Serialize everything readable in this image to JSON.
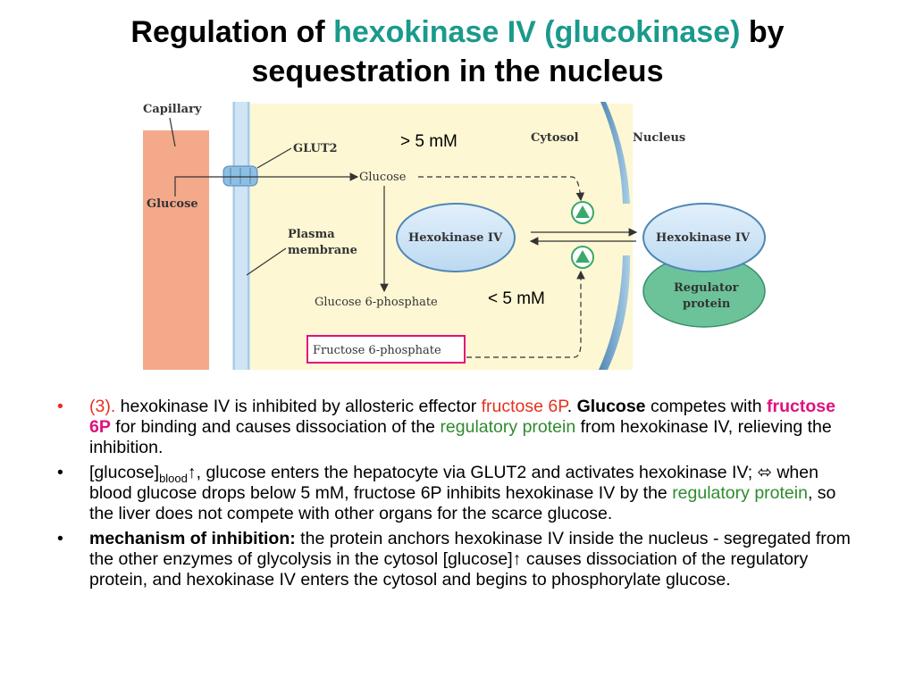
{
  "title": {
    "part1": "Regulation of ",
    "highlight": "hexokinase IV (glucokinase)",
    "part2": " by",
    "line2": "sequestration in the nucleus"
  },
  "diagram": {
    "labels": {
      "capillary": "Capillary",
      "glut2": "GLUT2",
      "glucose_cap": "Glucose",
      "glucose": "Glucose",
      "cytosol": "Cytosol",
      "nucleus": "Nucleus",
      "plasma_membrane_1": "Plasma",
      "plasma_membrane_2": "membrane",
      "hexokinase_cyto": "Hexokinase IV",
      "hexokinase_nuc": "Hexokinase IV",
      "regulator_1": "Regulator",
      "regulator_2": "protein",
      "g6p": "Glucose 6-phosphate",
      "f6p": "Fructose 6-phosphate"
    },
    "annotations": {
      "high": "> 5 mM",
      "low": "< 5 mM"
    },
    "colors": {
      "capillary": "#f4a98a",
      "membrane": "#c9e2f2",
      "cytosol": "#fdf7d3",
      "nucleus_envelope": "#7faed0",
      "hexokinase": "#cfe4f6",
      "regulator": "#6cc39a",
      "f6p_box": "#e0117f",
      "activator": "#3aa86a"
    }
  },
  "bullets": [
    {
      "marker": "•",
      "num": "(3).",
      "t1": " hexokinase IV is inhibited by allosteric effector ",
      "f6p1": "fructose 6P",
      "t2": ". ",
      "glucose": "Glucose",
      "t3": " competes with ",
      "f6p2": "fructose 6P",
      "t4": " for binding and causes dissociation of the ",
      "reg": "regulatory protein",
      "t5": " from hexokinase IV, relieving the inhibition."
    },
    {
      "marker": "•",
      "t1": "[glucose]",
      "sub": "blood",
      "t2": "↑, glucose enters the hepatocyte via GLUT2 and activates hexokinase IV; ⬄ when blood glucose drops below 5 mM, fructose 6P inhibits hexokinase IV by the ",
      "reg": "regulatory protein",
      "t3": ", so the liver does not compete with other organs for the scarce glucose."
    },
    {
      "marker": "•",
      "bold": "mechanism of inhibition:",
      "t1": " the protein anchors hexokinase IV inside the nucleus - segregated from the other enzymes of glycolysis in the cytosol [glucose]↑  causes dissociation of the regulatory protein, and hexokinase IV enters the cytosol and begins to phosphorylate glucose."
    }
  ]
}
